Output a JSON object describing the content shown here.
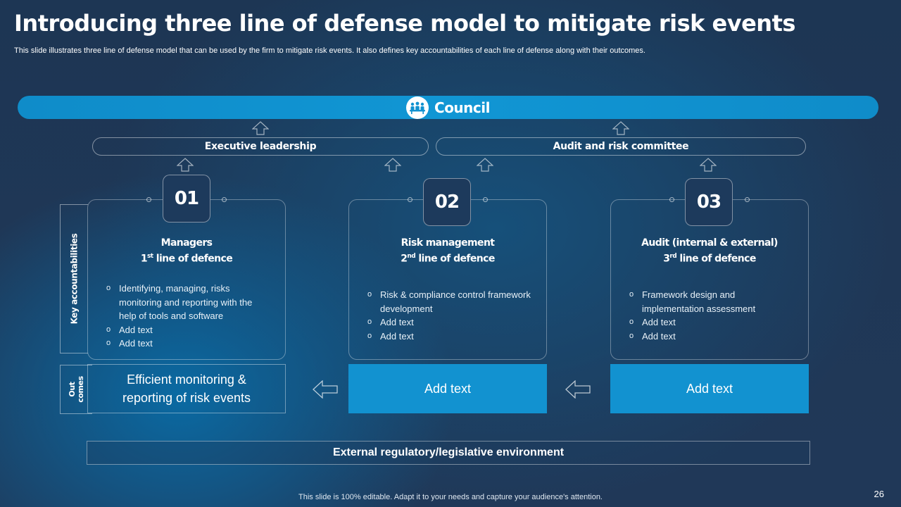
{
  "header": {
    "title": "Introducing three line of defense model to mitigate risk events",
    "subtitle": "This slide illustrates three line of defense model that can be used by the firm to  mitigate risk events. It also defines key accountabilities of each line of defense along with their outcomes."
  },
  "council": {
    "label": "Council",
    "icon": "people-group-icon"
  },
  "pills": {
    "left": "Executive leadership",
    "right": "Audit and risk committee"
  },
  "side_labels": {
    "accountabilities": "Key accountabilities",
    "outcomes_line1": "Out",
    "outcomes_line2": "comes"
  },
  "cards": [
    {
      "number": "01",
      "title": "Managers",
      "line_num": "1",
      "line_sup": "st",
      "line_text": " line of defence",
      "items": [
        "Identifying, managing, risks monitoring  and reporting with the help of tools and software",
        "Add text",
        "Add text"
      ],
      "outcome": "Efficient monitoring & reporting of risk events"
    },
    {
      "number": "02",
      "title": "Risk management",
      "line_num": "2",
      "line_sup": "nd",
      "line_text": " line of defence",
      "items": [
        "Risk & compliance control framework development",
        "Add text",
        "Add text"
      ],
      "outcome": "Add text"
    },
    {
      "number": "03",
      "title": "Audit (internal & external)",
      "line_num": "3",
      "line_sup": "rd",
      "line_text": " line of defence",
      "items": [
        "Framework design and implementation assessment",
        "Add text",
        "Add text"
      ],
      "outcome": "Add text"
    }
  ],
  "bullet": "o",
  "external": "External regulatory/legislative environment",
  "footer": "This slide is 100% editable. Adapt it to your needs and capture your audience's attention.",
  "page_number": "26",
  "colors": {
    "accent": "#1292d0",
    "background": "#1f3756"
  }
}
